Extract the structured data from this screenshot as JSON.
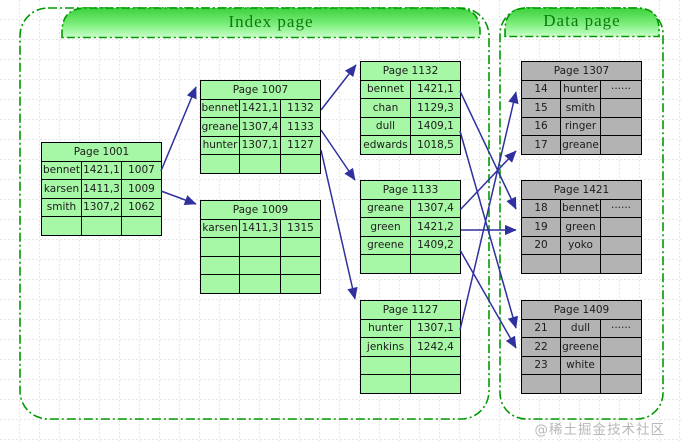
{
  "header": {
    "index_label": "Index page",
    "data_label": "Data page"
  },
  "watermark": "@稀土掘金技术社区",
  "colors": {
    "index_table_fill": "#a6f7a6",
    "data_table_fill": "#b3b3b3",
    "table_border": "#000000",
    "arrow": "#30309e",
    "container_border": "#009a00",
    "pill_gradient_top": "#3cd13c",
    "pill_gradient_bottom": "#c9ffc9",
    "title_text": "#117711",
    "grid_line": "#cccccc"
  },
  "tables": {
    "p1001": {
      "title": "Page 1001",
      "rows": [
        [
          "bennet",
          "1421,1",
          "1007"
        ],
        [
          "karsen",
          "1411,3",
          "1009"
        ],
        [
          "smith",
          "1307,2",
          "1062"
        ],
        [
          "",
          "",
          ""
        ]
      ]
    },
    "p1007": {
      "title": "Page 1007",
      "rows": [
        [
          "bennet",
          "1421,1",
          "1132"
        ],
        [
          "greane",
          "1307,4",
          "1133"
        ],
        [
          "hunter",
          "1307,1",
          "1127"
        ],
        [
          "",
          "",
          ""
        ]
      ]
    },
    "p1009": {
      "title": "Page 1009",
      "rows": [
        [
          "karsen",
          "1411,3",
          "1315"
        ],
        [
          "",
          "",
          ""
        ],
        [
          "",
          "",
          ""
        ],
        [
          "",
          "",
          ""
        ]
      ]
    },
    "p1132": {
      "title": "Page 1132",
      "rows": [
        [
          "bennet",
          "1421,1"
        ],
        [
          "chan",
          "1129,3"
        ],
        [
          "dull",
          "1409,1"
        ],
        [
          "edwards",
          "1018,5"
        ]
      ]
    },
    "p1133": {
      "title": "Page 1133",
      "rows": [
        [
          "greane",
          "1307,4"
        ],
        [
          "green",
          "1421,2"
        ],
        [
          "greene",
          "1409,2"
        ],
        [
          "",
          ""
        ]
      ]
    },
    "p1127": {
      "title": "Page 1127",
      "rows": [
        [
          "hunter",
          "1307,1"
        ],
        [
          "jenkins",
          "1242,4"
        ],
        [
          "",
          ""
        ],
        [
          "",
          ""
        ]
      ]
    },
    "p1307": {
      "title": "Page 1307",
      "rows": [
        [
          "14",
          "hunter",
          "······"
        ],
        [
          "15",
          "smith",
          ""
        ],
        [
          "16",
          "ringer",
          ""
        ],
        [
          "17",
          "greane",
          ""
        ]
      ]
    },
    "p1421": {
      "title": "Page 1421",
      "rows": [
        [
          "18",
          "bennet",
          "······"
        ],
        [
          "19",
          "green",
          ""
        ],
        [
          "20",
          "yoko",
          ""
        ],
        [
          "",
          "",
          ""
        ]
      ]
    },
    "p1409": {
      "title": "Page 1409",
      "rows": [
        [
          "21",
          "dull",
          "······"
        ],
        [
          "22",
          "greene",
          ""
        ],
        [
          "23",
          "white",
          ""
        ],
        [
          "",
          "",
          ""
        ]
      ]
    }
  },
  "arrows": [
    {
      "from": "Page 1001 / bennet 1007",
      "to": "Page 1007"
    },
    {
      "from": "Page 1001 / karsen 1009",
      "to": "Page 1009"
    },
    {
      "from": "Page 1007 / bennet 1132",
      "to": "Page 1132"
    },
    {
      "from": "Page 1007 / greane 1133",
      "to": "Page 1133"
    },
    {
      "from": "Page 1007 / hunter 1127",
      "to": "Page 1127"
    },
    {
      "from": "Page 1132 / bennet 1421,1",
      "to": "Page 1421 row 18"
    },
    {
      "from": "Page 1132 / dull 1409,1",
      "to": "Page 1409 row 21"
    },
    {
      "from": "Page 1133 / greane 1307,4",
      "to": "Page 1307 row 17"
    },
    {
      "from": "Page 1133 / green 1421,2",
      "to": "Page 1421 row 19"
    },
    {
      "from": "Page 1133 / greene 1409,2",
      "to": "Page 1409 row 22"
    },
    {
      "from": "Page 1127 / hunter 1307,1",
      "to": "Page 1307 row 14"
    }
  ]
}
